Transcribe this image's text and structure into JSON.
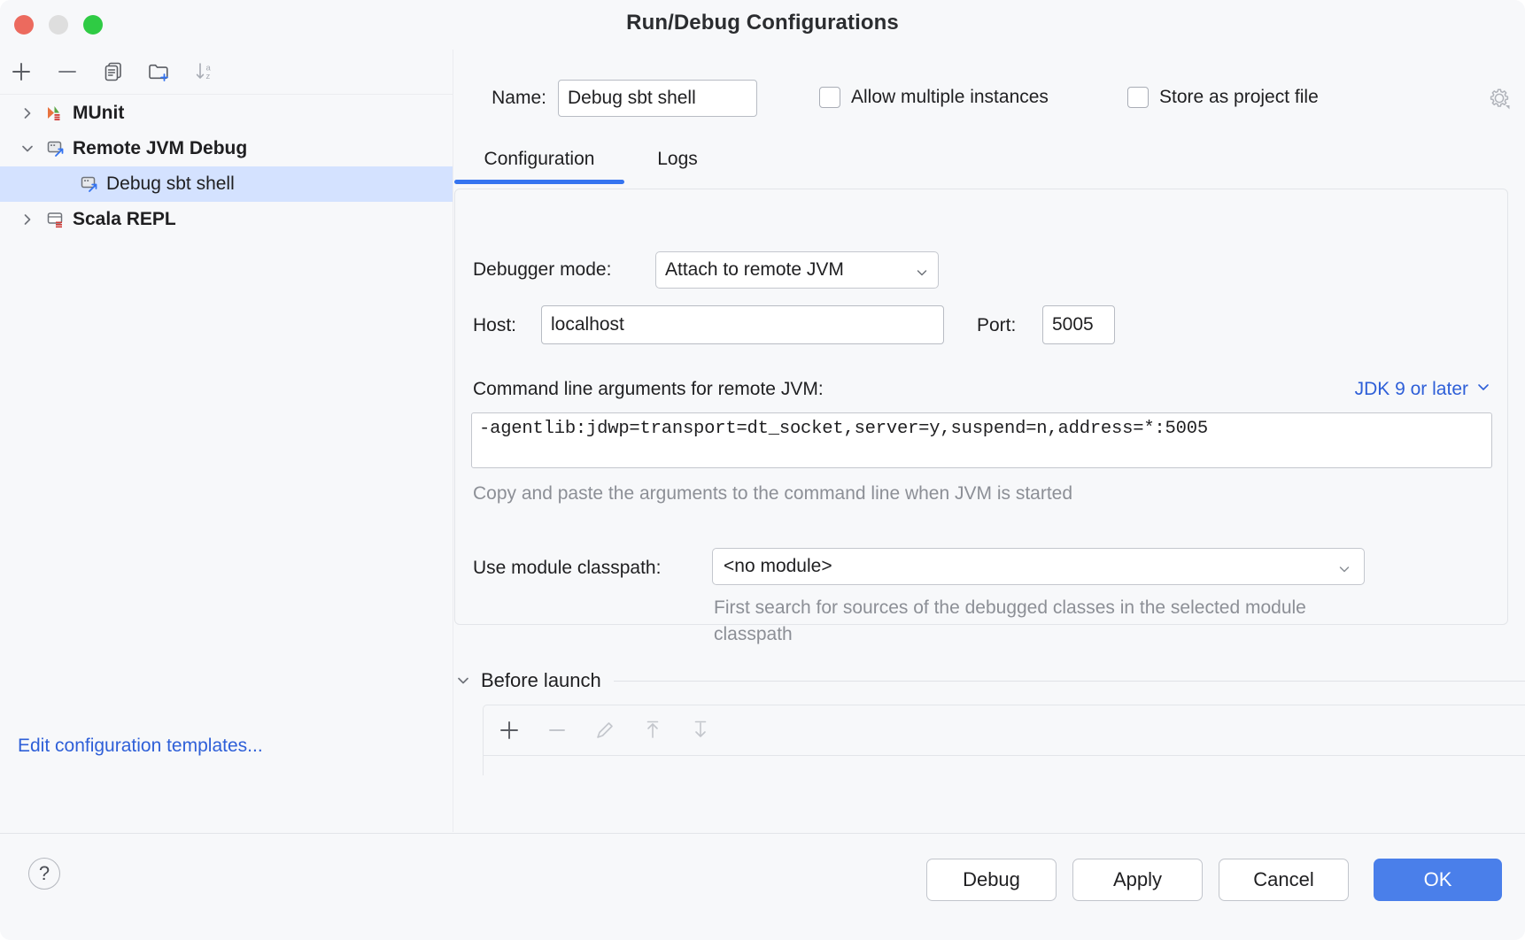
{
  "window": {
    "title": "Run/Debug Configurations",
    "traffic_lights": [
      "close",
      "minimize",
      "zoom"
    ]
  },
  "sidebar": {
    "toolbar": [
      {
        "name": "add-configuration-button",
        "icon": "plus-icon",
        "label": "Add New Configuration"
      },
      {
        "name": "remove-configuration-button",
        "icon": "minus-icon",
        "label": "Remove Configuration"
      },
      {
        "name": "copy-configuration-button",
        "icon": "copy-icon",
        "label": "Copy Configuration"
      },
      {
        "name": "new-folder-button",
        "icon": "folder-plus-icon",
        "label": "Create New Folder"
      },
      {
        "name": "sort-configurations-button",
        "icon": "sort-az-icon",
        "label": "Sort Configurations"
      }
    ],
    "tree": [
      {
        "label": "MUnit",
        "icon": "munit-icon",
        "expanded": false,
        "selected": false,
        "level": 0,
        "twisty": "chevron-right-icon"
      },
      {
        "label": "Remote JVM Debug",
        "icon": "remote-jvm-icon",
        "expanded": true,
        "selected": false,
        "level": 0,
        "twisty": "chevron-down-icon"
      },
      {
        "label": "Debug sbt shell",
        "icon": "remote-jvm-icon",
        "expanded": false,
        "selected": true,
        "level": 1,
        "twisty": ""
      },
      {
        "label": "Scala REPL",
        "icon": "scala-repl-icon",
        "expanded": false,
        "selected": false,
        "level": 0,
        "twisty": "chevron-right-icon"
      }
    ],
    "edit_templates_link": "Edit configuration templates..."
  },
  "main": {
    "name_label": "Name:",
    "name_value": "Debug sbt shell",
    "allow_multiple_instances": {
      "label": "Allow multiple instances",
      "checked": false
    },
    "store_as_project_file": {
      "label": "Store as project file",
      "checked": false
    },
    "gear_icon": "gear-icon",
    "tabs": [
      {
        "label": "Configuration",
        "active": true
      },
      {
        "label": "Logs",
        "active": false
      }
    ],
    "configuration": {
      "debugger_mode_label": "Debugger mode:",
      "debugger_mode_value": "Attach to remote JVM",
      "host_label": "Host:",
      "host_value": "localhost",
      "port_label": "Port:",
      "port_value": "5005",
      "command_line_label": "Command line arguments for remote JVM:",
      "jdk_selector_value": "JDK 9 or later",
      "command_line_args": "-agentlib:jdwp=transport=dt_socket,server=y,suspend=n,address=*:5005",
      "command_line_hint": "Copy and paste the arguments to the command line when JVM is started",
      "module_classpath_label": "Use module classpath:",
      "module_classpath_value": "<no module>",
      "module_classpath_hint": "First search for sources of the debugged classes in the selected module classpath"
    },
    "before_launch": {
      "title": "Before launch",
      "expanded": true,
      "toolbar": [
        {
          "name": "before-launch-add-button",
          "icon": "plus-icon",
          "enabled": true
        },
        {
          "name": "before-launch-remove-button",
          "icon": "minus-icon",
          "enabled": false
        },
        {
          "name": "before-launch-edit-button",
          "icon": "pencil-icon",
          "enabled": false
        },
        {
          "name": "before-launch-move-up-button",
          "icon": "arrow-up-icon",
          "enabled": false
        },
        {
          "name": "before-launch-move-down-button",
          "icon": "arrow-down-icon",
          "enabled": false
        }
      ]
    }
  },
  "footer": {
    "help_label": "?",
    "buttons": [
      {
        "label": "Debug",
        "primary": false
      },
      {
        "label": "Apply",
        "primary": false
      },
      {
        "label": "Cancel",
        "primary": false
      },
      {
        "label": "OK",
        "primary": true
      }
    ]
  },
  "colors": {
    "accent": "#3574f0",
    "primary_button": "#4a7fea",
    "link": "#2e5fd8",
    "selection": "#d4e2ff",
    "background": "#f7f8fa",
    "hint_text": "#8c8f96"
  }
}
